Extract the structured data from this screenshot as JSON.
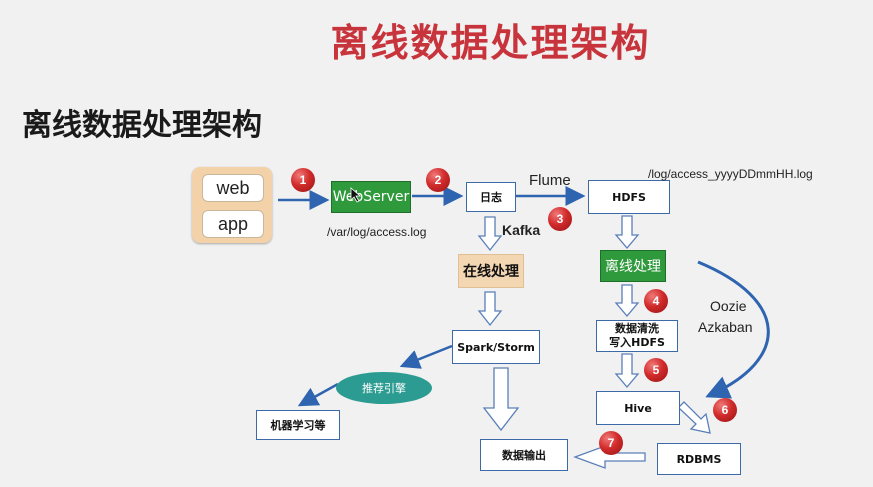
{
  "title_main": "离线数据处理架构",
  "title_sub": "离线数据处理架构",
  "clients": [
    "web",
    "app"
  ],
  "nodes": {
    "webserver": "WebServer",
    "log": "日志",
    "hdfs": "HDFS",
    "online": "在线处理",
    "offline": "离线处理",
    "spark": "Spark/Storm",
    "clean_line1": "数据清洗",
    "clean_line2": "写入HDFS",
    "hive": "Hive",
    "recommend": "推荐引擎",
    "ml": "机器学习等",
    "output": "数据输出",
    "rdbms": "RDBMS"
  },
  "labels": {
    "access_log": "/var/log/access.log",
    "hdfs_path": "/log/access_yyyyDDmmHH.log",
    "flume": "Flume",
    "kafka": "Kafka",
    "oozie": "Oozie",
    "azkaban": "Azkaban"
  },
  "steps": [
    "1",
    "2",
    "3",
    "4",
    "5",
    "6",
    "7"
  ],
  "colors": {
    "title": "#c8343c",
    "arrow": "#2e64b0",
    "green": "#2f9a3c",
    "badge": "#d22b2b",
    "teal": "#2c9c92"
  }
}
